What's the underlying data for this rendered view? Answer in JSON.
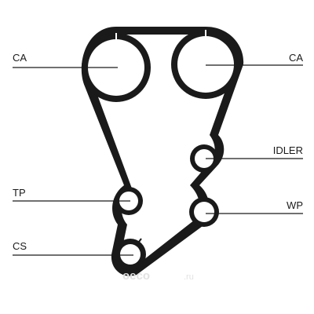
{
  "diagram": {
    "labels": {
      "ca_left": "CA",
      "ca_right": "CA",
      "idler": "IDLER",
      "tp": "TP",
      "wp": "WP",
      "cs": "CS"
    },
    "watermark": {
      "brand": "oeco",
      "domain": ".ru"
    },
    "colors": {
      "belt": "#1a1a1a",
      "line": "#1a1a1a",
      "watermark": "#e2e2e2"
    }
  }
}
